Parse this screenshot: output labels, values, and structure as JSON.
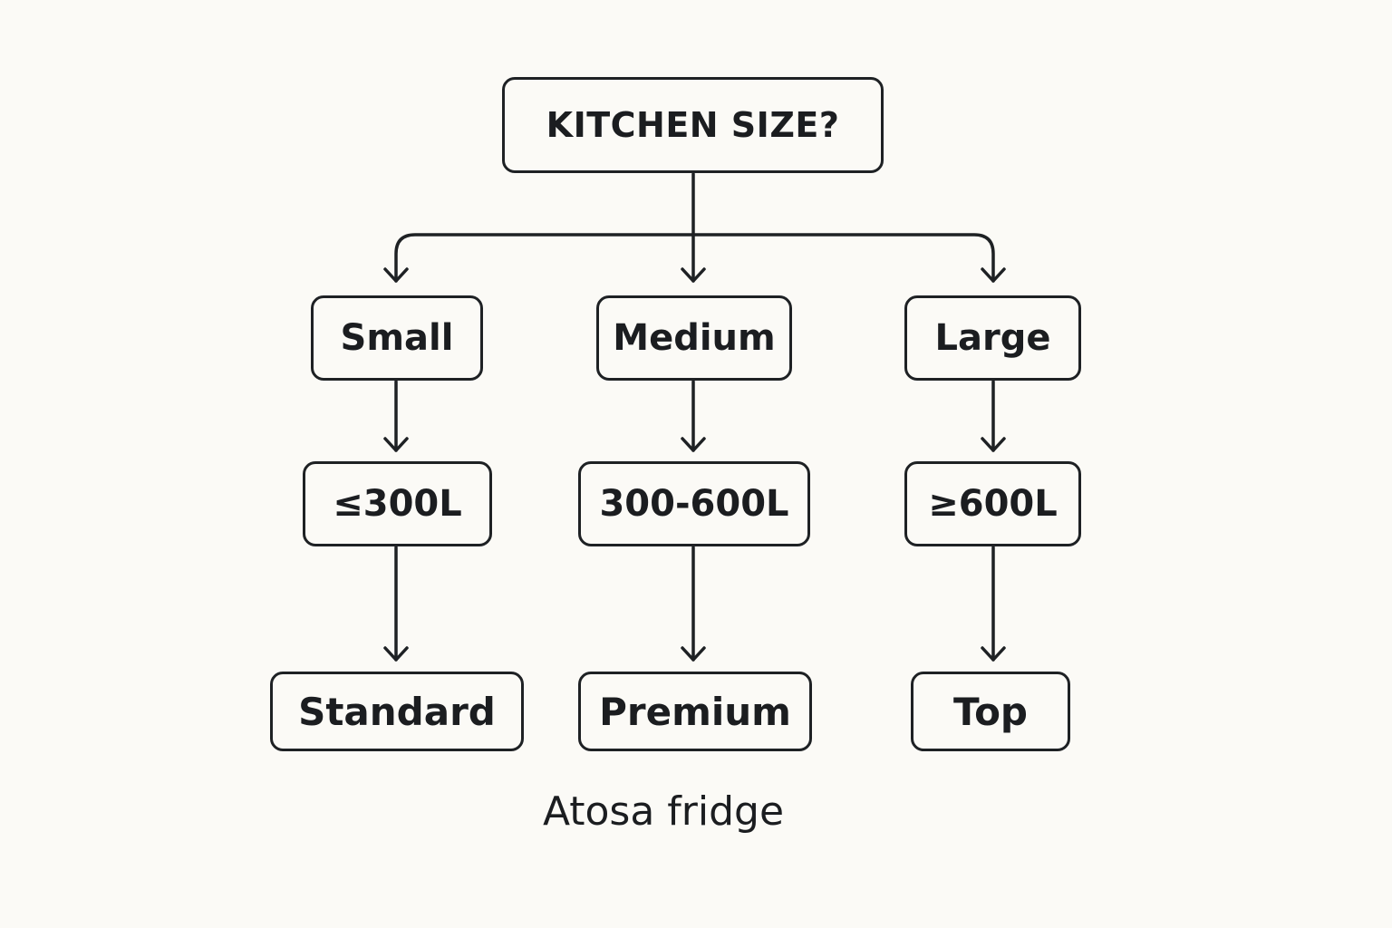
{
  "diagram": {
    "root": {
      "label": "KITCHEN SIZE?"
    },
    "sizes": [
      {
        "label": "Small"
      },
      {
        "label": "Medium"
      },
      {
        "label": "Large"
      }
    ],
    "capacities": [
      {
        "label": "≤300L"
      },
      {
        "label": "300-600L"
      },
      {
        "label": "≥600L"
      }
    ],
    "tiers": [
      {
        "label": "Standard"
      },
      {
        "label": "Premium"
      },
      {
        "label": "Top"
      }
    ],
    "caption": "Atosa fridge",
    "colors": {
      "background": "#fbfaf6",
      "line": "#1e2124",
      "text": "#1b1d20"
    }
  }
}
